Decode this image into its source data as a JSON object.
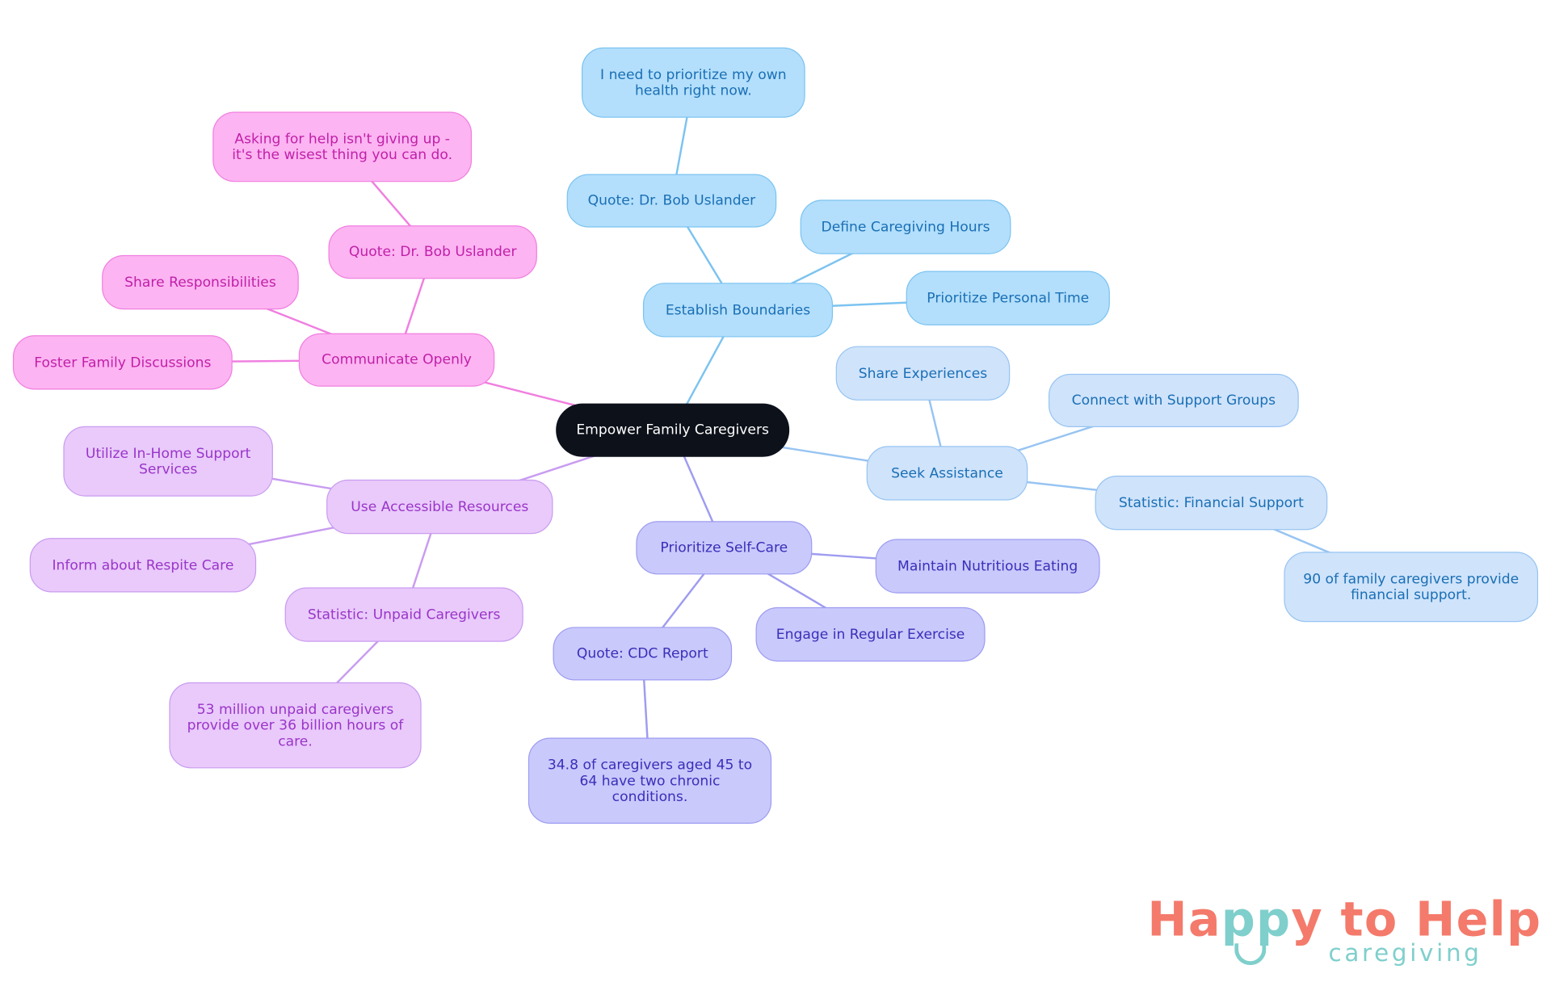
{
  "palette": {
    "center": {
      "fill": "#0c111a",
      "stroke": "#0c111a",
      "text": "#ffffff",
      "line": "#7cc3f0"
    },
    "boundaries": {
      "fill": "#b3dffc",
      "stroke": "#7cc3f0",
      "text": "#1a6fb5",
      "line": "#7cc3f0"
    },
    "assistance": {
      "fill": "#cfe3fb",
      "stroke": "#97c4f2",
      "text": "#1a6fb5",
      "line": "#97c4f2"
    },
    "selfcare": {
      "fill": "#c9c9fc",
      "stroke": "#9e9cf0",
      "text": "#3a2fb8",
      "line": "#9e9cf0"
    },
    "resources": {
      "fill": "#e9cafb",
      "stroke": "#c99cf0",
      "text": "#9a35c9",
      "line": "#c99cf0"
    },
    "communicate": {
      "fill": "#fdb4f2",
      "stroke": "#f07fe0",
      "text": "#c020a8",
      "line": "#f07fe0"
    }
  },
  "nodes": [
    {
      "id": "center",
      "label": "Empower Family Caregivers",
      "branch": "center",
      "parent": null
    },
    {
      "id": "eb",
      "label": "Establish Boundaries",
      "branch": "boundaries",
      "parent": "center"
    },
    {
      "id": "eb_q",
      "label": "Quote: Dr. Bob Uslander",
      "branch": "boundaries",
      "parent": "eb"
    },
    {
      "id": "eb_q1",
      "label": "I need to prioritize my own health right now.",
      "branch": "boundaries",
      "parent": "eb_q"
    },
    {
      "id": "eb_d",
      "label": "Define Caregiving Hours",
      "branch": "boundaries",
      "parent": "eb"
    },
    {
      "id": "eb_p",
      "label": "Prioritize Personal Time",
      "branch": "boundaries",
      "parent": "eb"
    },
    {
      "id": "sa",
      "label": "Seek Assistance",
      "branch": "assistance",
      "parent": "center"
    },
    {
      "id": "sa_s",
      "label": "Share Experiences",
      "branch": "assistance",
      "parent": "sa"
    },
    {
      "id": "sa_c",
      "label": "Connect with Support Groups",
      "branch": "assistance",
      "parent": "sa"
    },
    {
      "id": "sa_f",
      "label": "Statistic: Financial Support",
      "branch": "assistance",
      "parent": "sa"
    },
    {
      "id": "sa_f1",
      "label": "90 of family caregivers provide financial support.",
      "branch": "assistance",
      "parent": "sa_f"
    },
    {
      "id": "ps",
      "label": "Prioritize Self-Care",
      "branch": "selfcare",
      "parent": "center"
    },
    {
      "id": "ps_m",
      "label": "Maintain Nutritious Eating",
      "branch": "selfcare",
      "parent": "ps"
    },
    {
      "id": "ps_e",
      "label": "Engage in Regular Exercise",
      "branch": "selfcare",
      "parent": "ps"
    },
    {
      "id": "ps_q",
      "label": "Quote: CDC Report",
      "branch": "selfcare",
      "parent": "ps"
    },
    {
      "id": "ps_q1",
      "label": "34.8 of caregivers aged 45 to 64 have two chronic conditions.",
      "branch": "selfcare",
      "parent": "ps_q"
    },
    {
      "id": "ur",
      "label": "Use Accessible Resources",
      "branch": "resources",
      "parent": "center"
    },
    {
      "id": "ur_u",
      "label": "Utilize In-Home Support Services",
      "branch": "resources",
      "parent": "ur"
    },
    {
      "id": "ur_i",
      "label": "Inform about Respite Care",
      "branch": "resources",
      "parent": "ur"
    },
    {
      "id": "ur_s",
      "label": "Statistic: Unpaid Caregivers",
      "branch": "resources",
      "parent": "ur"
    },
    {
      "id": "ur_s1",
      "label": "53 million unpaid caregivers provide over 36 billion hours of care.",
      "branch": "resources",
      "parent": "ur_s"
    },
    {
      "id": "co",
      "label": "Communicate Openly",
      "branch": "communicate",
      "parent": "center"
    },
    {
      "id": "co_q",
      "label": "Quote: Dr. Bob Uslander",
      "branch": "communicate",
      "parent": "co"
    },
    {
      "id": "co_q1",
      "label": "Asking for help isn't giving up - it's the wisest thing you can do.",
      "branch": "communicate",
      "parent": "co_q"
    },
    {
      "id": "co_s",
      "label": "Share Responsibilities",
      "branch": "communicate",
      "parent": "co"
    },
    {
      "id": "co_f",
      "label": "Foster Family Discussions",
      "branch": "communicate",
      "parent": "co"
    }
  ],
  "logo": {
    "word1": "Happy",
    "word2": "to Help",
    "sub": "caregiving",
    "coral": "#f47a6b",
    "teal": "#7fcfcc"
  }
}
